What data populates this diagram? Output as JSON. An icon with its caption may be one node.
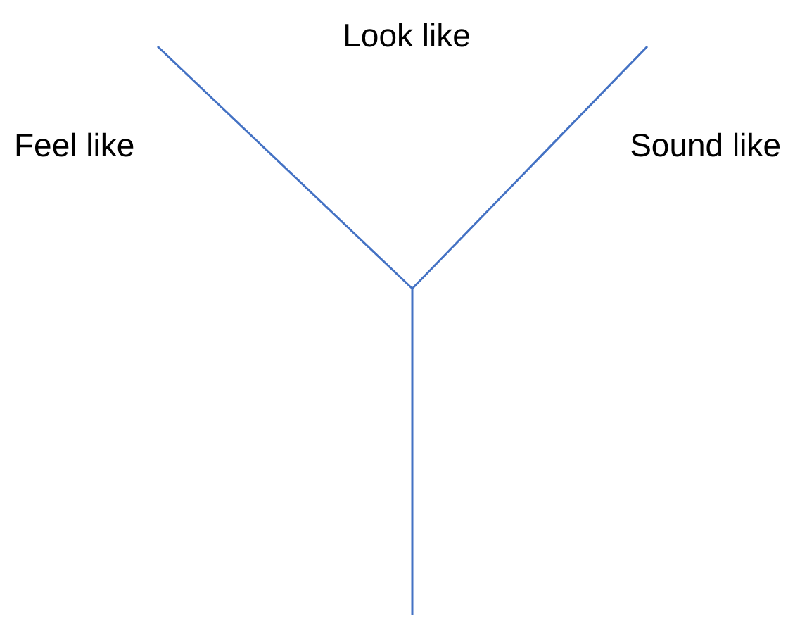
{
  "diagram": {
    "labels": [
      "Look like",
      "Feel like",
      "Sound like"
    ]
  }
}
